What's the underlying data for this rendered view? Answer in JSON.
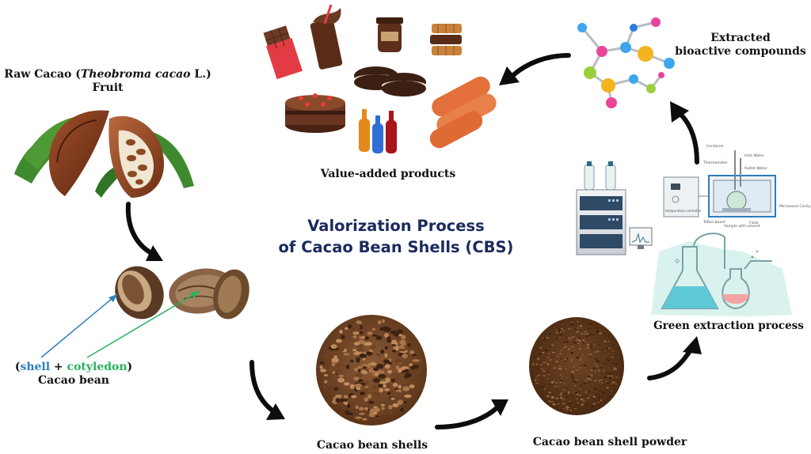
{
  "diagram": {
    "title": {
      "line1": "Valorization Process",
      "line2": "of Cacao Bean Shells (CBS)"
    },
    "nodes": {
      "raw_fruit": {
        "label_prefix": "Raw Cacao (",
        "label_italic": "Theobroma cacao",
        "label_suffix": " L.)",
        "label_line2": "Fruit"
      },
      "cacao_bean": {
        "open_paren": "(",
        "shell_word": "shell",
        "plus": " + ",
        "cotyledon_word": "cotyledon",
        "close_paren": ")",
        "label_line2": "Cacao bean"
      },
      "shells": {
        "label": "Cacao bean shells"
      },
      "powder": {
        "label": "Cacao bean shell powder"
      },
      "green_extraction": {
        "label": "Green extraction process"
      },
      "compounds": {
        "label_line1": "Extracted",
        "label_line2": "bioactive compounds"
      },
      "products": {
        "label": "Value-added products"
      }
    },
    "flow": [
      "raw_fruit",
      "cacao_bean",
      "shells",
      "powder",
      "green_extraction",
      "compounds",
      "products"
    ],
    "colors": {
      "title": "#1b2a5e",
      "shell_word": "#2a7fc0",
      "cotyledon_word": "#29b25c",
      "arrow": "#0d0d0d"
    },
    "icons": [
      "cacao-pod-icon",
      "cacao-bean-icon",
      "shell-pile-icon",
      "powder-pile-icon",
      "lab-equipment-icon",
      "flask-icon",
      "molecule-icon",
      "chocolate-bar-icon",
      "cake-icon",
      "cookie-icon",
      "waffle-icon",
      "jar-icon",
      "bottle-icon",
      "sausage-icon"
    ],
    "lab_labels": {
      "container": "Container",
      "inlet_water": "Inlet Water",
      "thermometer": "Thermometer",
      "outlet_water": "Outlet Water",
      "temperature_controller": "temperature controller",
      "teflon_board": "Teflon board",
      "sample_with_solvent": "Sample with solvent",
      "flask": "Flask",
      "microwave_cavity": "Microwave Cavity"
    }
  }
}
